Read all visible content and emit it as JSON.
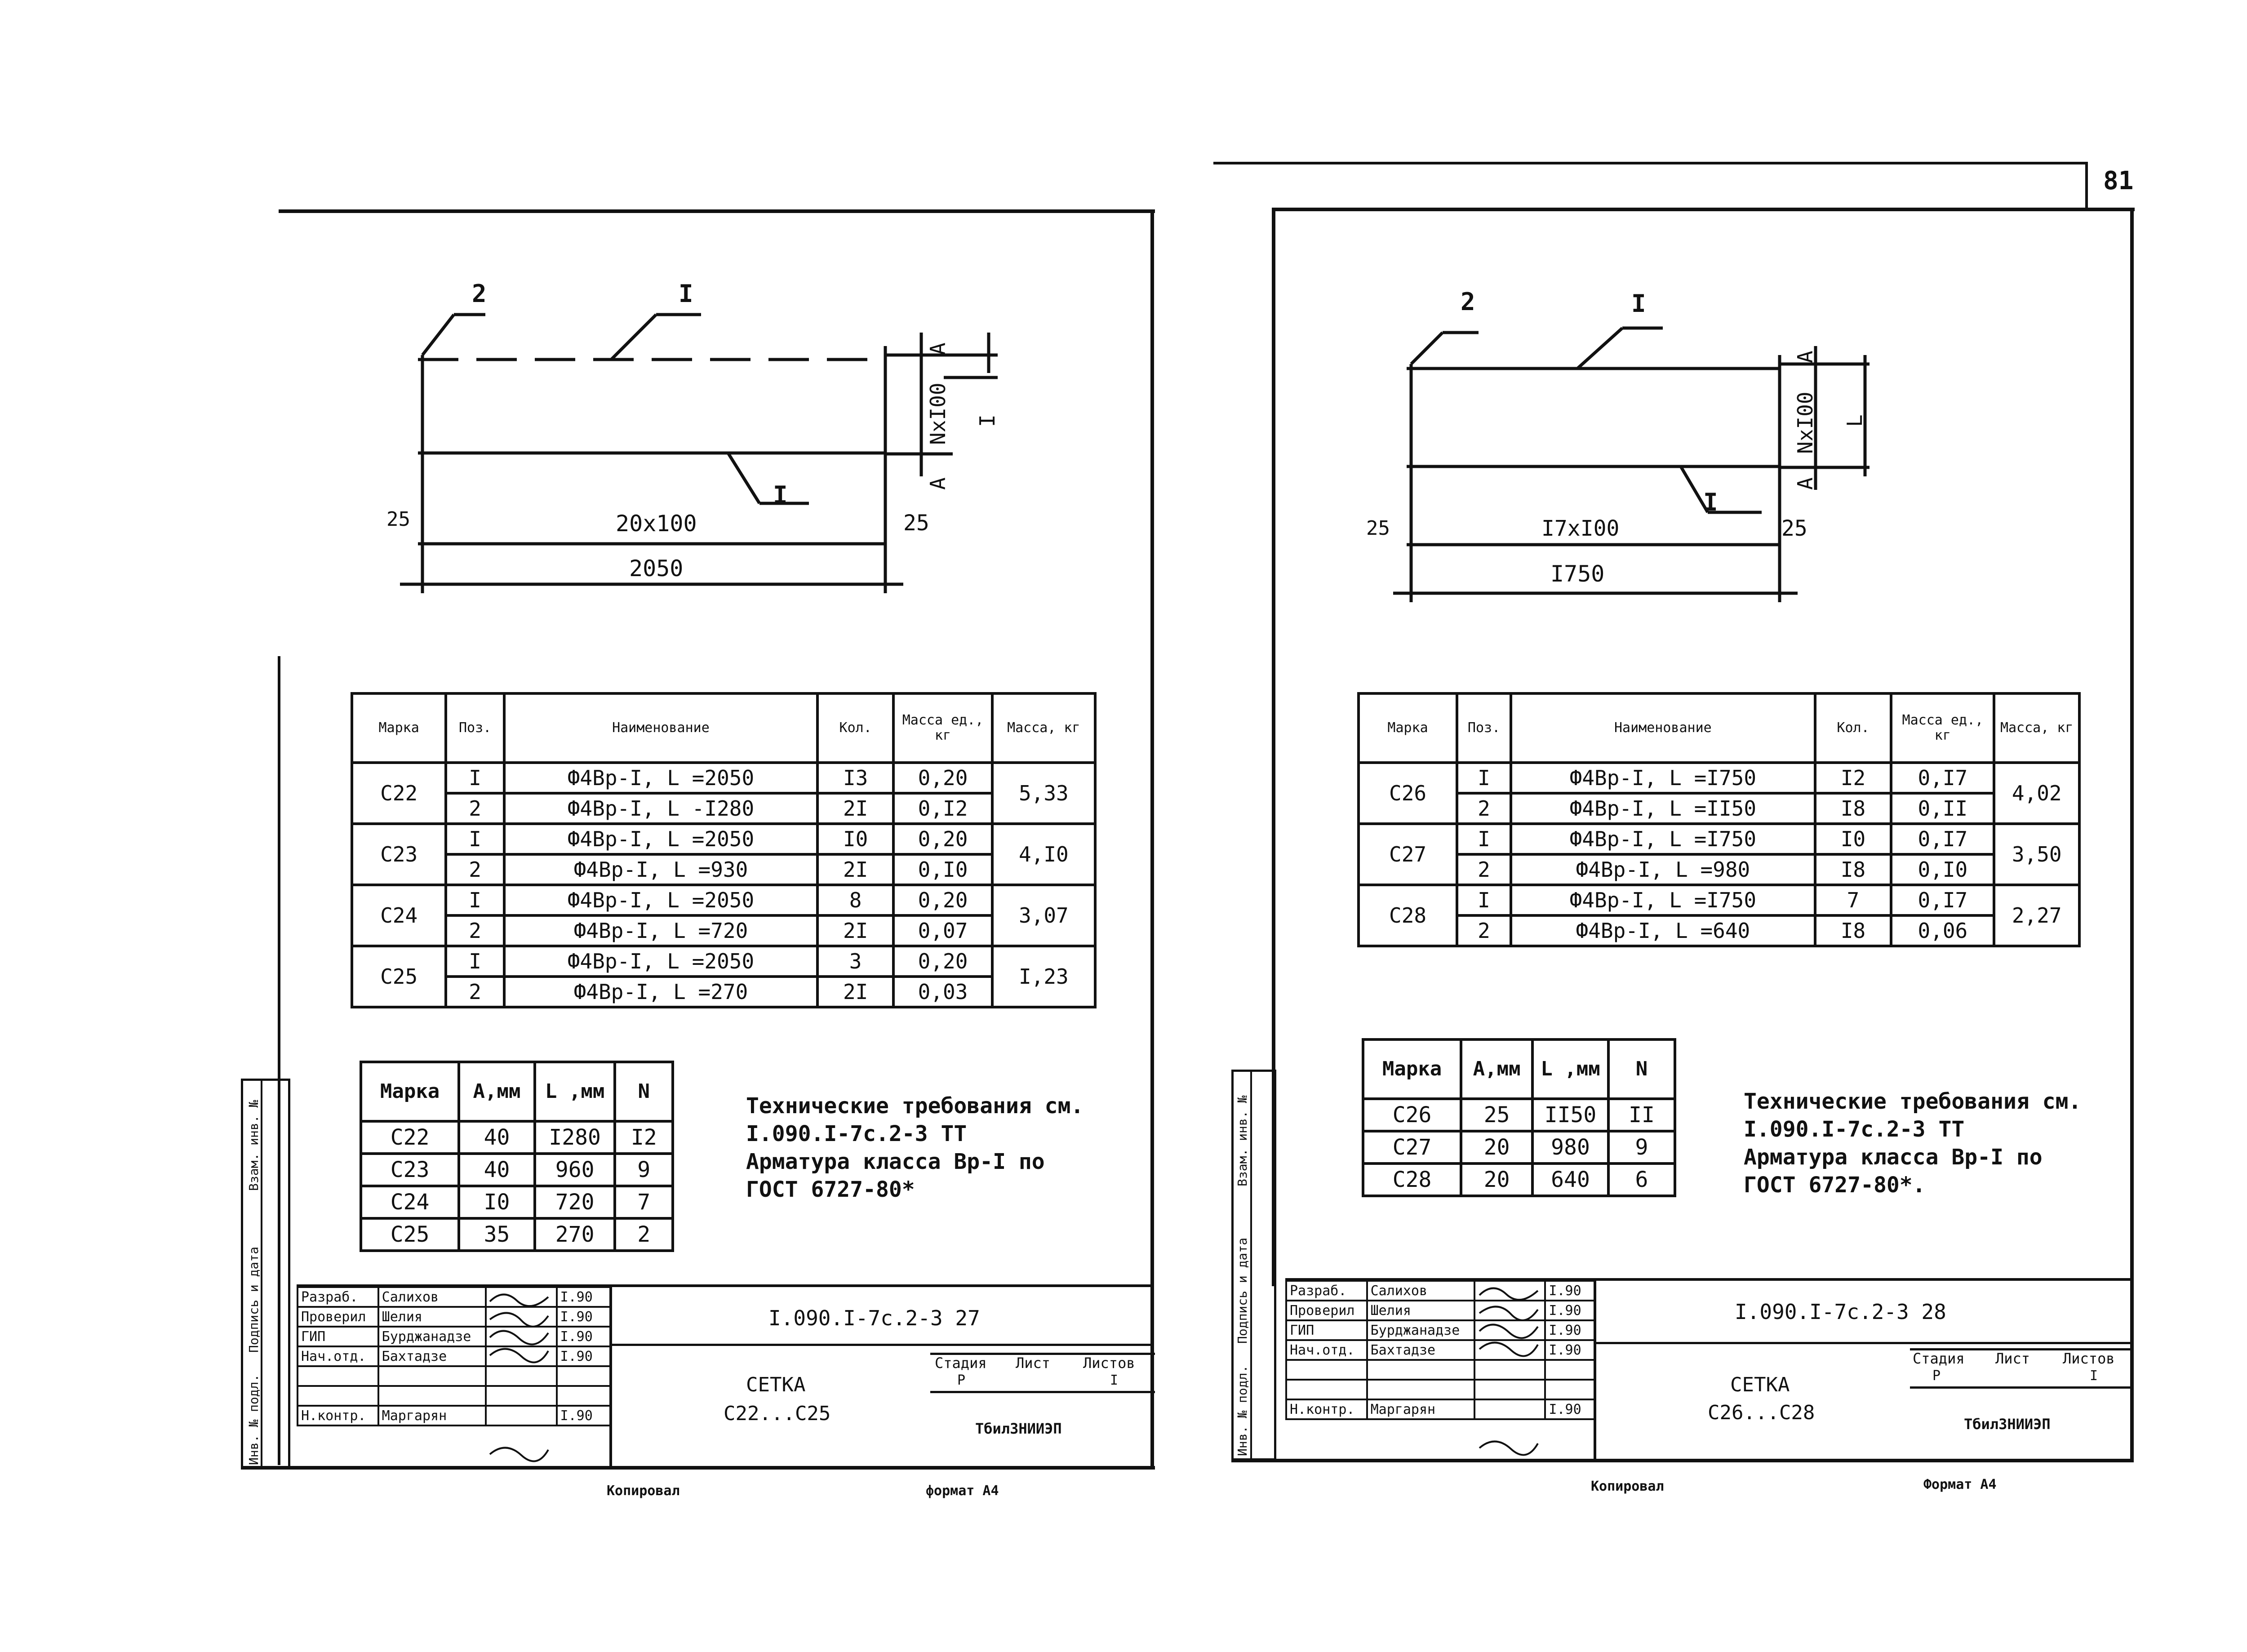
{
  "page_number": "81",
  "footer": {
    "left_copy": "Копировал",
    "left_format": "формат А4",
    "right_copy": "Копировал",
    "right_format": "Формат А4"
  },
  "left": {
    "drawing": {
      "pos_2": "2",
      "pos_1_top": "I",
      "pos_1_mid": "I",
      "dim_spacing": "20х100",
      "dim_total": "2050",
      "dim_left": "25",
      "dim_right": "25",
      "dim_vert": "NхI00",
      "dim_a_top": "А",
      "dim_a_bot": "А",
      "dim_l": "I"
    },
    "main_table": {
      "headers": [
        "Марка",
        "Поз.",
        "Наименование",
        "Кол.",
        "Масса ед., кг",
        "Масса, кг"
      ],
      "groups": [
        {
          "mark": "С22",
          "mass": "5,33",
          "rows": [
            {
              "pos": "I",
              "name": "Ф4Вр-I, L =2050",
              "qty": "I3",
              "unit": "0,20"
            },
            {
              "pos": "2",
              "name": "Ф4Вр-I, L -I280",
              "qty": "2I",
              "unit": "0,I2"
            }
          ]
        },
        {
          "mark": "С23",
          "mass": "4,I0",
          "rows": [
            {
              "pos": "I",
              "name": "Ф4Вр-I, L =2050",
              "qty": "I0",
              "unit": "0,20"
            },
            {
              "pos": "2",
              "name": "Ф4Вр-I, L =930",
              "qty": "2I",
              "unit": "0,I0"
            }
          ]
        },
        {
          "mark": "С24",
          "mass": "3,07",
          "rows": [
            {
              "pos": "I",
              "name": "Ф4Вр-I, L =2050",
              "qty": "8",
              "unit": "0,20"
            },
            {
              "pos": "2",
              "name": "Ф4Вр-I, L =720",
              "qty": "2I",
              "unit": "0,07"
            }
          ]
        },
        {
          "mark": "С25",
          "mass": "I,23",
          "rows": [
            {
              "pos": "I",
              "name": "Ф4Вр-I, L =2050",
              "qty": "3",
              "unit": "0,20"
            },
            {
              "pos": "2",
              "name": "Ф4Вр-I, L =270",
              "qty": "2I",
              "unit": "0,03"
            }
          ]
        }
      ]
    },
    "small_table": {
      "headers": [
        "Марка",
        "А,мм",
        "L ,мм",
        "N"
      ],
      "rows": [
        [
          "С22",
          "40",
          "I280",
          "I2"
        ],
        [
          "С23",
          "40",
          "960",
          "9"
        ],
        [
          "С24",
          "I0",
          "720",
          "7"
        ],
        [
          "С25",
          "35",
          "270",
          "2"
        ]
      ]
    },
    "notes": [
      "Технические требования см.",
      "I.090.I-7с.2-3 ТТ",
      "Арматура класса Вр-I по",
      "ГОСТ 6727-80*"
    ],
    "title_block": {
      "rows": [
        [
          "Разраб.",
          "Салихов",
          "",
          "I.90"
        ],
        [
          "Проверил",
          "Шелия",
          "",
          "I.90"
        ],
        [
          "ГИП",
          "Бурджанадзе",
          "",
          "I.90"
        ],
        [
          "Нач.отд.",
          "Бахтадзе",
          "",
          "I.90"
        ],
        [
          "",
          "",
          "",
          ""
        ],
        [
          "",
          "",
          "",
          ""
        ],
        [
          "Н.контр.",
          "Маргарян",
          "",
          "I.90"
        ]
      ],
      "doc_code": "I.090.I-7с.2-3 27",
      "title1": "СЕТКА",
      "title2": "С22...С25",
      "stage_label": "Стадия",
      "sheet_label": "Лист",
      "sheets_label": "Листов",
      "stage": "Р",
      "sheets": "I",
      "org": "ТбилЗНИИЭП"
    },
    "side_stamps": [
      "Инв. № подл.",
      "Подпись и дата",
      "Взам. инв. №"
    ]
  },
  "right": {
    "drawing": {
      "pos_2": "2",
      "pos_1_top": "I",
      "pos_1_mid": "I",
      "dim_spacing": "I7хI00",
      "dim_total": "I750",
      "dim_left": "25",
      "dim_right": "25",
      "dim_vert": "NхI00",
      "dim_a_top": "А",
      "dim_a_bot": "А",
      "dim_l": "L"
    },
    "main_table": {
      "headers": [
        "Марка",
        "Поз.",
        "Наименование",
        "Кол.",
        "Масса ед., кг",
        "Масса, кг"
      ],
      "groups": [
        {
          "mark": "С26",
          "mass": "4,02",
          "rows": [
            {
              "pos": "I",
              "name": "Ф4Вр-I, L =I750",
              "qty": "I2",
              "unit": "0,I7"
            },
            {
              "pos": "2",
              "name": "Ф4Вр-I, L =II50",
              "qty": "I8",
              "unit": "0,II"
            }
          ]
        },
        {
          "mark": "С27",
          "mass": "3,50",
          "rows": [
            {
              "pos": "I",
              "name": "Ф4Вр-I, L =I750",
              "qty": "I0",
              "unit": "0,I7"
            },
            {
              "pos": "2",
              "name": "Ф4Вр-I, L =980",
              "qty": "I8",
              "unit": "0,I0"
            }
          ]
        },
        {
          "mark": "С28",
          "mass": "2,27",
          "rows": [
            {
              "pos": "I",
              "name": "Ф4Вр-I, L =I750",
              "qty": "7",
              "unit": "0,I7"
            },
            {
              "pos": "2",
              "name": "Ф4Вр-I, L =640",
              "qty": "I8",
              "unit": "0,06"
            }
          ]
        }
      ]
    },
    "small_table": {
      "headers": [
        "Марка",
        "А,мм",
        "L ,мм",
        "N"
      ],
      "rows": [
        [
          "С26",
          "25",
          "II50",
          "II"
        ],
        [
          "С27",
          "20",
          "980",
          "9"
        ],
        [
          "С28",
          "20",
          "640",
          "6"
        ]
      ]
    },
    "notes": [
      "Технические требования см.",
      "I.090.I-7с.2-3 ТТ",
      "Арматура класса Вр-I по",
      "ГОСТ 6727-80*."
    ],
    "title_block": {
      "rows": [
        [
          "Разраб.",
          "Салихов",
          "",
          "I.90"
        ],
        [
          "Проверил",
          "Шелия",
          "",
          "I.90"
        ],
        [
          "ГИП",
          "Бурджанадзе",
          "",
          "I.90"
        ],
        [
          "Нач.отд.",
          "Бахтадзе",
          "",
          "I.90"
        ],
        [
          "",
          "",
          "",
          ""
        ],
        [
          "",
          "",
          "",
          ""
        ],
        [
          "Н.контр.",
          "Маргарян",
          "",
          "I.90"
        ]
      ],
      "doc_code": "I.090.I-7с.2-3 28",
      "title1": "СЕТКА",
      "title2": "С26...С28",
      "stage_label": "Стадия",
      "sheet_label": "Лист",
      "sheets_label": "Листов",
      "stage": "Р",
      "sheets": "I",
      "org": "ТбилЗНИИЭП"
    },
    "side_stamps": [
      "Инв. № подл.",
      "Подпись и дата",
      "Взам. инв. №"
    ]
  }
}
